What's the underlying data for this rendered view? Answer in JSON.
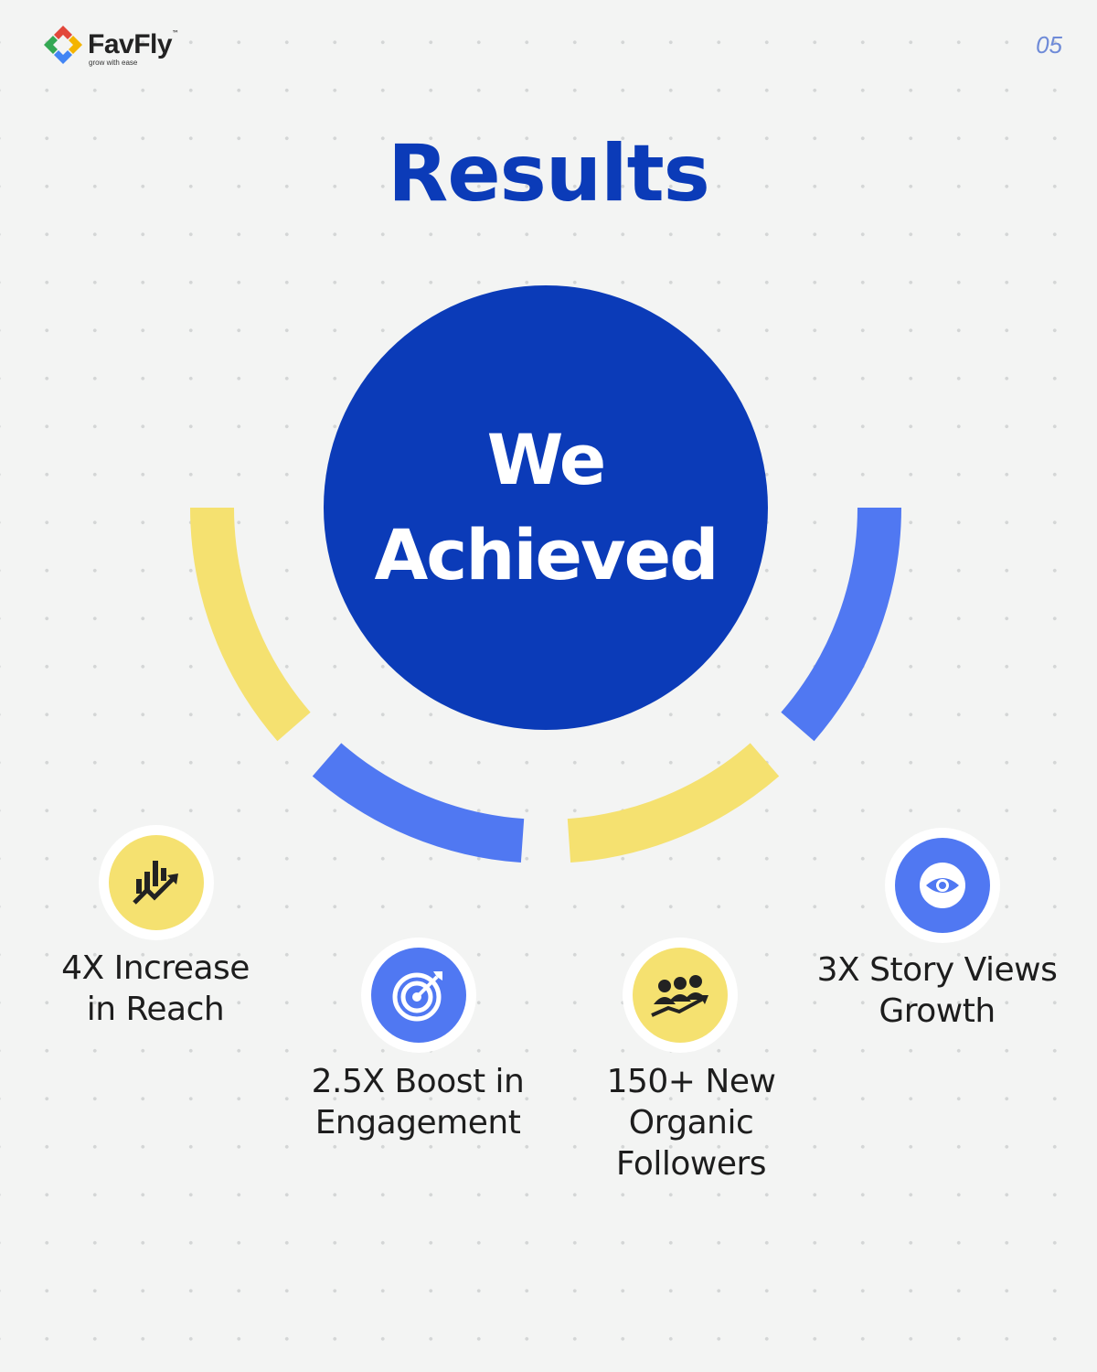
{
  "brand": {
    "name": "FavFly",
    "trademark": "™",
    "tagline": "grow with ease"
  },
  "page_number": "05",
  "title": "Results",
  "hub": {
    "line1": "We",
    "line2": "Achieved"
  },
  "colors": {
    "primary": "#0b3bb8",
    "accent_blue": "#5078f2",
    "accent_yellow": "#f5e170"
  },
  "results": [
    {
      "label": "4X Increase in Reach",
      "line1": "4X Increase",
      "line2": "in Reach",
      "icon": "growth-chart-icon"
    },
    {
      "label": "2.5X Boost in Engagement",
      "line1": "2.5X Boost in",
      "line2": "Engagement",
      "icon": "target-icon"
    },
    {
      "label": "150+ New Organic Followers",
      "line1": "150+ New",
      "line2": "Organic",
      "line3": "Followers",
      "icon": "followers-growth-icon"
    },
    {
      "label": "3X Story Views Growth",
      "line1": "3X Story Views",
      "line2": "Growth",
      "icon": "eye-icon"
    }
  ]
}
